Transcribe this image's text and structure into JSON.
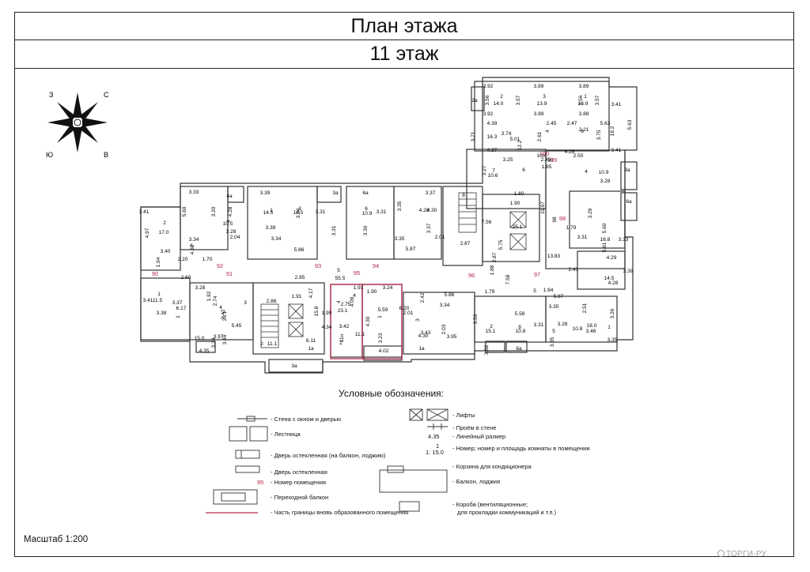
{
  "header": {
    "title": "План этажа",
    "floor": "11 этаж"
  },
  "compass": {
    "n": "С",
    "s": "Ю",
    "e": "В",
    "w": "З"
  },
  "legend": {
    "title": "Условные обозначения:",
    "items_left": [
      "- Стена с окном и дверью",
      "- Лестница",
      "- Дверь остекленная (на балкон, лоджию)",
      "- Дверь остекленная",
      "- Номер помещения",
      "- Переходной балкон",
      "- Часть границы вновь образованного помещения"
    ],
    "items_right": [
      "- Лифты",
      "- Проём в стене",
      "- Линейный размер",
      "- Номер; номер и площадь комнаты в помещении",
      "- Корзина для кондиционера",
      "- Балкон, лоджия",
      "- Короба  (вентиляционные;",
      "для прокладки коммуникаций и т.п.)"
    ],
    "sample_room_number": "95",
    "sample_dimension": "4.35",
    "sample_room_label": "1",
    "sample_room_area": "1: 15.0"
  },
  "footer": {
    "scale": "Масштаб 1:200",
    "watermark": "ТОРГИ-РУ"
  },
  "plan": {
    "red_labels": [
      "90",
      "91",
      "92",
      "93",
      "95",
      "94",
      "96",
      "97",
      "98",
      "99",
      "100"
    ],
    "room_labels": [
      {
        "t": "3.92"
      },
      {
        "t": "3.89"
      },
      {
        "t": "3.89"
      },
      {
        "t": "2а"
      },
      {
        "t": "3.56"
      },
      {
        "t": "3.57"
      },
      {
        "t": "3.56"
      },
      {
        "t": "3.57"
      },
      {
        "t": "2"
      },
      {
        "t": "14.0"
      },
      {
        "t": "3"
      },
      {
        "t": "13.9"
      },
      {
        "t": "1"
      },
      {
        "t": "13.9"
      },
      {
        "t": "3.41"
      },
      {
        "t": "3.92"
      },
      {
        "t": "3.89"
      },
      {
        "t": "3.88"
      },
      {
        "t": "4.39"
      },
      {
        "t": "2.45"
      },
      {
        "t": "2.47"
      },
      {
        "t": "5.63"
      },
      {
        "t": "3.71"
      },
      {
        "t": "16.3"
      },
      {
        "t": "3.74"
      },
      {
        "t": "5.01"
      },
      {
        "t": "12.2"
      },
      {
        "t": "2.61"
      },
      {
        "t": "4"
      },
      {
        "t": "2.21"
      },
      {
        "t": "6"
      },
      {
        "t": "3.75"
      },
      {
        "t": "19.2"
      },
      {
        "t": "5.63"
      },
      {
        "t": "4.37"
      },
      {
        "t": "4.28"
      },
      {
        "t": "3.41"
      },
      {
        "t": "2.45"
      },
      {
        "t": "2.50"
      },
      {
        "t": "3.25"
      },
      {
        "t": "100"
      },
      {
        "t": "99"
      },
      {
        "t": "1.85"
      },
      {
        "t": "3.27"
      },
      {
        "t": "7"
      },
      {
        "t": "10.6"
      },
      {
        "t": "6"
      },
      {
        "t": "4"
      },
      {
        "t": "10.9"
      },
      {
        "t": "3.28"
      },
      {
        "t": "3а"
      },
      {
        "t": "3.33"
      },
      {
        "t": "4а"
      },
      {
        "t": "3.39"
      },
      {
        "t": "3а"
      },
      {
        "t": "6а"
      },
      {
        "t": "3.37"
      },
      {
        "t": "8"
      },
      {
        "t": "1.80"
      },
      {
        "t": "3.41"
      },
      {
        "t": "5.60"
      },
      {
        "t": "3.20"
      },
      {
        "t": "4.28"
      },
      {
        "t": "1"
      },
      {
        "t": "14.5"
      },
      {
        "t": "3.34"
      },
      {
        "t": "3"
      },
      {
        "t": "18.5"
      },
      {
        "t": "3.31"
      },
      {
        "t": "6"
      },
      {
        "t": "10.9"
      },
      {
        "t": "3.31"
      },
      {
        "t": "3.35"
      },
      {
        "t": "4.28"
      },
      {
        "t": "4.30"
      },
      {
        "t": "1.90"
      },
      {
        "t": "11.97"
      },
      {
        "t": "98"
      },
      {
        "t": "3.29"
      },
      {
        "t": "6а"
      },
      {
        "t": "4.97"
      },
      {
        "t": "2"
      },
      {
        "t": "17.0"
      },
      {
        "t": "4"
      },
      {
        "t": "10.5"
      },
      {
        "t": "3.28"
      },
      {
        "t": "3.39"
      },
      {
        "t": "3.31"
      },
      {
        "t": "3.30"
      },
      {
        "t": "3.37"
      },
      {
        "t": "7.56"
      },
      {
        "t": "25.1"
      },
      {
        "t": "5.60"
      },
      {
        "t": "3.34"
      },
      {
        "t": "2.04"
      },
      {
        "t": "3.34"
      },
      {
        "t": "3.35"
      },
      {
        "t": "2.01"
      },
      {
        "t": "1.79"
      },
      {
        "t": "3.31"
      },
      {
        "t": "16.8"
      },
      {
        "t": "3.33"
      },
      {
        "t": "2.87"
      },
      {
        "t": "3.40"
      },
      {
        "t": "6"
      },
      {
        "t": "4.62"
      },
      {
        "t": "5.86"
      },
      {
        "t": "5.87"
      },
      {
        "t": "5.61"
      },
      {
        "t": "5.75"
      },
      {
        "t": "1.94"
      },
      {
        "t": "2.20"
      },
      {
        "t": "1.70"
      },
      {
        "t": "2.87"
      },
      {
        "t": "13.83"
      },
      {
        "t": "4.29"
      },
      {
        "t": "1.88"
      },
      {
        "t": "2.60"
      },
      {
        "t": "2.85"
      },
      {
        "t": "5"
      },
      {
        "t": "55.5"
      },
      {
        "t": "7.58"
      },
      {
        "t": "2.41"
      },
      {
        "t": "14.5"
      },
      {
        "t": "3.39"
      },
      {
        "t": "3.28"
      },
      {
        "t": "4.17"
      },
      {
        "t": "1.91"
      },
      {
        "t": "3.24"
      },
      {
        "t": "4"
      },
      {
        "t": "5.86"
      },
      {
        "t": "1.79"
      },
      {
        "t": "5"
      },
      {
        "t": "1.94"
      },
      {
        "t": "4.28"
      },
      {
        "t": "3.41"
      },
      {
        "t": "1"
      },
      {
        "t": "11.5"
      },
      {
        "t": "3.37"
      },
      {
        "t": "1.92"
      },
      {
        "t": "2.86"
      },
      {
        "t": "1.91"
      },
      {
        "t": "1.90"
      },
      {
        "t": "2.42"
      },
      {
        "t": "5.87"
      },
      {
        "t": "2.74"
      },
      {
        "t": "4"
      },
      {
        "t": "3"
      },
      {
        "t": "4"
      },
      {
        "t": "15.8"
      },
      {
        "t": "2.75"
      },
      {
        "t": "4.09"
      },
      {
        "t": "3.34"
      },
      {
        "t": "3.35"
      },
      {
        "t": "2.51"
      },
      {
        "t": "3.38"
      },
      {
        "t": "6.17"
      },
      {
        "t": "1"
      },
      {
        "t": "23.1"
      },
      {
        "t": "2.42"
      },
      {
        "t": "1.99"
      },
      {
        "t": "5.59"
      },
      {
        "t": "1"
      },
      {
        "t": "23.1"
      },
      {
        "t": "2.01"
      },
      {
        "t": "6.20"
      },
      {
        "t": "3"
      },
      {
        "t": "2.03"
      },
      {
        "t": "3.53"
      },
      {
        "t": "5.58"
      },
      {
        "t": "3.31"
      },
      {
        "t": "3.28"
      },
      {
        "t": "3.26"
      },
      {
        "t": "5.45"
      },
      {
        "t": "4.34"
      },
      {
        "t": "3.42"
      },
      {
        "t": "4.30"
      },
      {
        "t": "3.43"
      },
      {
        "t": "4.30"
      },
      {
        "t": "2"
      },
      {
        "t": "15.1"
      },
      {
        "t": "8"
      },
      {
        "t": "10.8"
      },
      {
        "t": "5"
      },
      {
        "t": "10.8"
      },
      {
        "t": "18.0"
      },
      {
        "t": "3.46"
      },
      {
        "t": "1"
      },
      {
        "t": "15.0"
      },
      {
        "t": "3.46"
      },
      {
        "t": "3.97"
      },
      {
        "t": "3.24"
      },
      {
        "t": "2"
      },
      {
        "t": "11.1"
      },
      {
        "t": "6.11"
      },
      {
        "t": "11н"
      },
      {
        "t": "2"
      },
      {
        "t": "11.1"
      },
      {
        "t": "3.23"
      },
      {
        "t": "3.95"
      },
      {
        "t": "3.35"
      },
      {
        "t": "3.35"
      },
      {
        "t": "4.35"
      },
      {
        "t": "1а"
      },
      {
        "t": "4.02"
      },
      {
        "t": "1а"
      },
      {
        "t": "3.52"
      },
      {
        "t": "6а"
      },
      {
        "t": "3а"
      },
      {
        "t": "2"
      }
    ]
  }
}
